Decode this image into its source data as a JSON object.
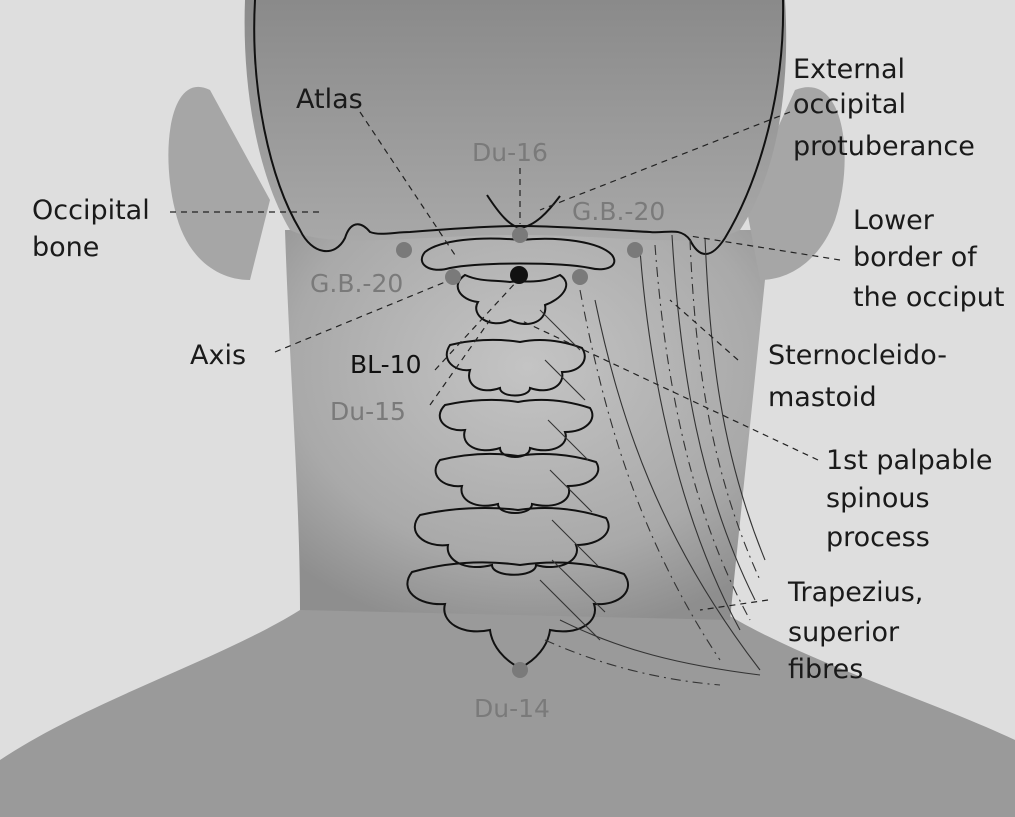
{
  "labels": {
    "atlas": "Atlas",
    "external_occipital": [
      "External",
      "occipital",
      "protuberance"
    ],
    "occipital_bone": [
      "Occipital",
      "bone"
    ],
    "lower_border": [
      "Lower",
      "border of",
      "the occiput"
    ],
    "axis": "Axis",
    "sternocleido": [
      "Sternocleido-",
      "mastoid"
    ],
    "first_palpable": [
      "1st palpable",
      "spinous",
      "process"
    ],
    "trapezius": [
      "Trapezius,",
      "superior",
      "fibres"
    ]
  },
  "points": {
    "du16": "Du-16",
    "gb20_right": "G.B.-20",
    "gb20_left": "G.B.-20",
    "bl10": "BL-10",
    "du15": "Du-15",
    "du14": "Du-14"
  },
  "colors": {
    "background": "#dcdcdc",
    "skin_light": "#b9b9b9",
    "skin_dark": "#8c8c8c",
    "point_gray": "#7a7a7a",
    "point_black": "#111111"
  }
}
